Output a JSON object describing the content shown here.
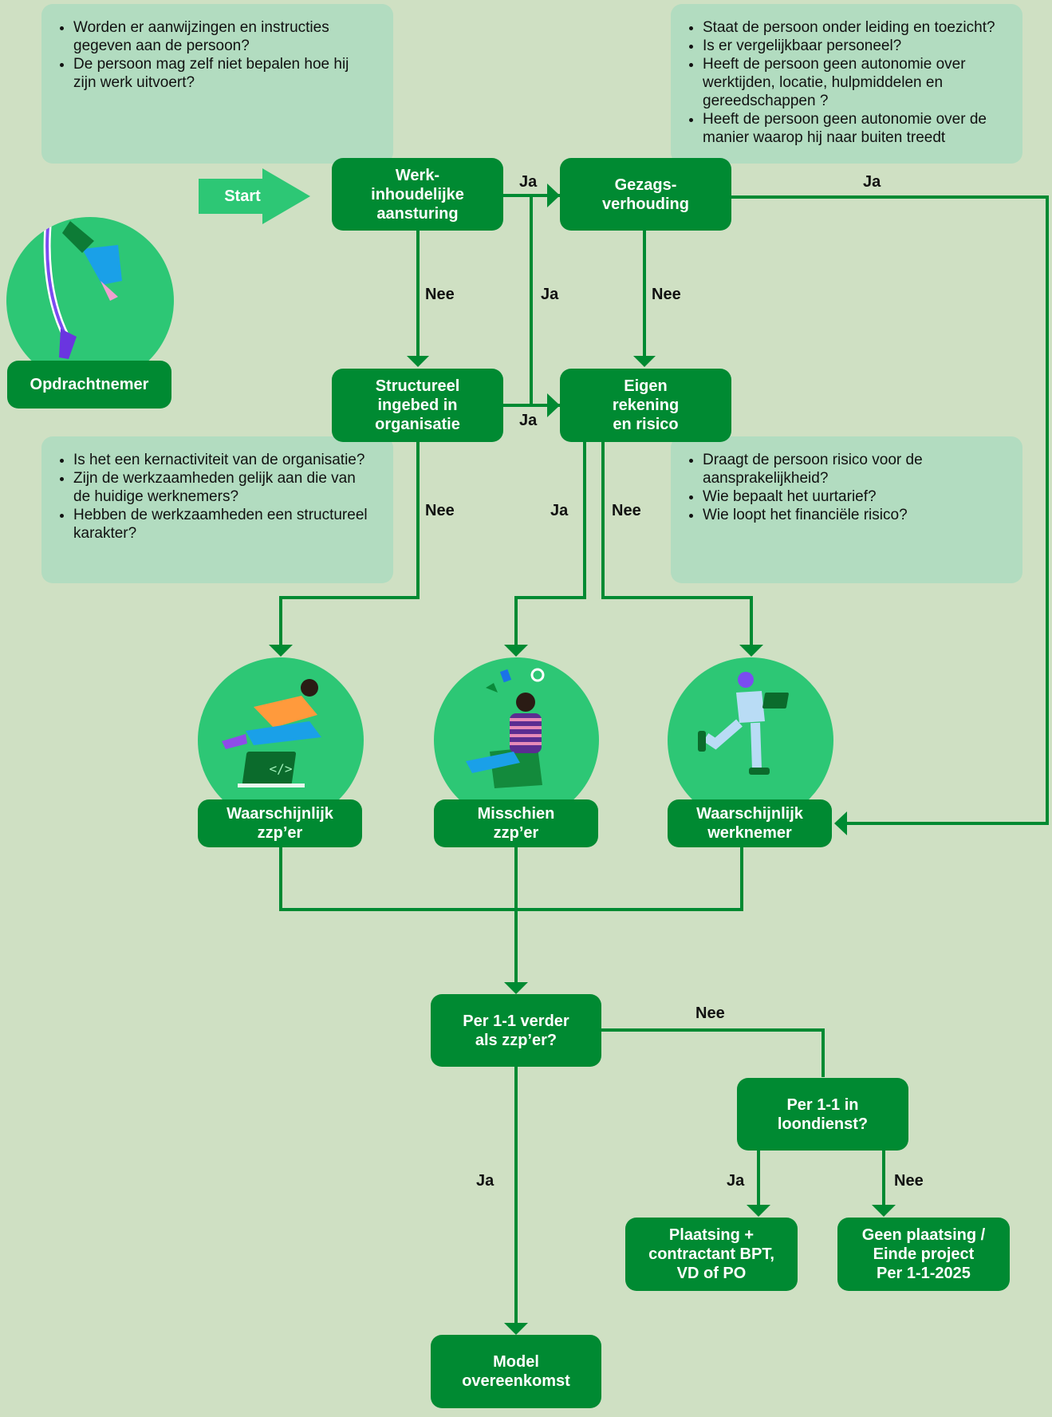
{
  "start": "Start",
  "opdrachtnemer": "Opdrachtnemer",
  "boxes": {
    "werk": "Werk-\ninhoudelijke\naansturing",
    "gezag": "Gezags-\nverhouding",
    "structureel": "Structureel\ningebed in\norganisatie",
    "eigen": "Eigen\nrekening\nen risico",
    "zzp": "Waarschijnlijk\nzzp’er",
    "misschien": "Misschien\nzzp’er",
    "werknemer": "Waarschijnlijk\nwerknemer",
    "verder": "Per 1-1 verder\nals zzp’er?",
    "loondienst": "Per 1-1 in\nloondienst?",
    "plaatsing": "Plaatsing +\ncontractant BPT,\nVD of PO",
    "geen": "Geen plaatsing /\nEinde project\nPer 1-1-2025",
    "model": "Model\novereenkomst"
  },
  "info": {
    "top_left": [
      "Worden er aanwijzingen en instructies gegeven aan de persoon?",
      "De persoon mag zelf niet bepalen hoe hij zijn werk uitvoert?"
    ],
    "top_right": [
      "Staat de persoon onder leiding en toezicht?",
      "Is er vergelijkbaar personeel?",
      "Heeft de persoon geen autonomie over werktijden, locatie, hulpmiddelen en gereedschappen ?",
      "Heeft de persoon geen autonomie over de manier waarop hij naar buiten treedt"
    ],
    "mid_left": [
      "Is het een kernactiviteit van de organisatie?",
      "Zijn de werkzaamheden gelijk aan die van de huidige werknemers?",
      "Hebben de werkzaamheden een structureel karakter?"
    ],
    "mid_right": [
      "Draagt de persoon risico voor de aansprakelijkheid?",
      "Wie bepaalt het uurtarief?",
      "Wie loopt het financiële risico?"
    ]
  },
  "labels": {
    "ja": "Ja",
    "nee": "Nee"
  },
  "colors": {
    "background": "#cfe0c3",
    "box": "#008a32",
    "info": "#b2dcc0",
    "circle": "#2dc775",
    "start": "#2dc775"
  }
}
